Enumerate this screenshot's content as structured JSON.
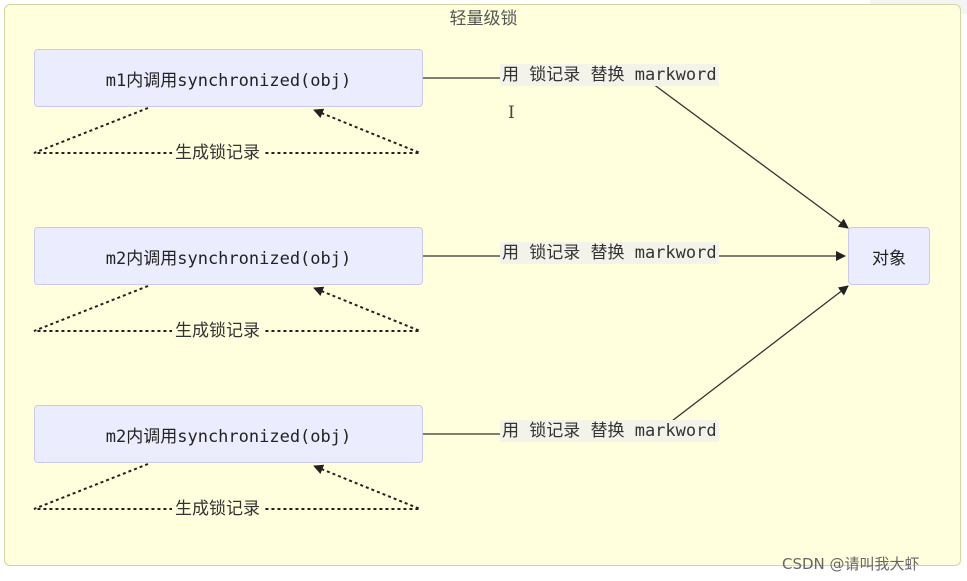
{
  "cluster": {
    "title": "轻量级锁"
  },
  "nodes": {
    "m1": "m1内调用synchronized(obj)",
    "m2a": "m2内调用synchronized(obj)",
    "m2b": "m2内调用synchronized(obj)",
    "object": "对象"
  },
  "edge_label": "用 锁记录 替换 markword",
  "loop_label": "生成锁记录",
  "watermark": "CSDN @请叫我大虾",
  "colors": {
    "cluster_fill": "#ffffde",
    "node_fill": "#ececff",
    "node_border": "#c9c9ee",
    "edge": "#333333"
  }
}
